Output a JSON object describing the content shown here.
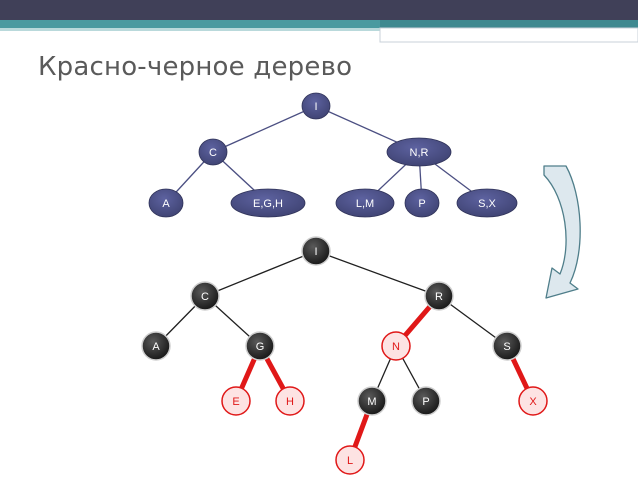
{
  "slide": {
    "title": "Красно-черное дерево",
    "colors": {
      "header_dark": "#404058",
      "header_teal": "#4a9aa0",
      "node_fill": "#4b4f82",
      "black_node": "#1e1e1e",
      "red_node_fill": "#fde3e3",
      "red": "#e01818",
      "black_edge": "#202020",
      "arrow_fill": "#dde8ee",
      "arrow_stroke": "#4f7e8a"
    }
  },
  "btree": {
    "nodes": [
      {
        "id": "b-I",
        "label": "I"
      },
      {
        "id": "b-C",
        "label": "C"
      },
      {
        "id": "b-NR",
        "label": "N,R"
      },
      {
        "id": "b-A",
        "label": "A"
      },
      {
        "id": "b-EGH",
        "label": "E,G,H"
      },
      {
        "id": "b-LM",
        "label": "L,M"
      },
      {
        "id": "b-P",
        "label": "P"
      },
      {
        "id": "b-SX",
        "label": "S,X"
      }
    ]
  },
  "rbtree": {
    "nodes": [
      {
        "id": "I",
        "label": "I",
        "color": "black"
      },
      {
        "id": "C",
        "label": "C",
        "color": "black"
      },
      {
        "id": "R",
        "label": "R",
        "color": "black"
      },
      {
        "id": "A",
        "label": "A",
        "color": "black"
      },
      {
        "id": "G",
        "label": "G",
        "color": "black"
      },
      {
        "id": "N",
        "label": "N",
        "color": "red"
      },
      {
        "id": "S",
        "label": "S",
        "color": "black"
      },
      {
        "id": "E",
        "label": "E",
        "color": "red"
      },
      {
        "id": "H",
        "label": "H",
        "color": "red"
      },
      {
        "id": "M",
        "label": "M",
        "color": "black"
      },
      {
        "id": "P",
        "label": "P",
        "color": "black"
      },
      {
        "id": "X",
        "label": "X",
        "color": "red"
      },
      {
        "id": "L",
        "label": "L",
        "color": "red"
      }
    ]
  }
}
